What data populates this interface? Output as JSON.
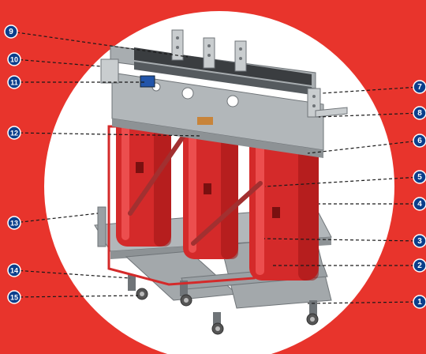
{
  "colors": {
    "background": "#e8342c",
    "circle": "#ffffff",
    "badge": "#0b3f8c",
    "leader": "#1a1a1a",
    "coil": "#d42a2a",
    "coil_shadow": "#9c1414",
    "frame": "#9aa0a4",
    "frame_dark": "#6f7478",
    "copper": "#c8843a"
  },
  "callouts": [
    {
      "id": "1",
      "label": "1"
    },
    {
      "id": "2",
      "label": "2"
    },
    {
      "id": "3",
      "label": "3"
    },
    {
      "id": "4",
      "label": "4"
    },
    {
      "id": "5",
      "label": "5"
    },
    {
      "id": "6",
      "label": "6"
    },
    {
      "id": "7",
      "label": "7"
    },
    {
      "id": "8",
      "label": "8"
    },
    {
      "id": "9",
      "label": "9"
    },
    {
      "id": "10",
      "label": "10"
    },
    {
      "id": "11",
      "label": "11"
    },
    {
      "id": "12",
      "label": "12"
    },
    {
      "id": "13",
      "label": "13"
    },
    {
      "id": "14",
      "label": "14"
    },
    {
      "id": "15",
      "label": "15"
    }
  ]
}
